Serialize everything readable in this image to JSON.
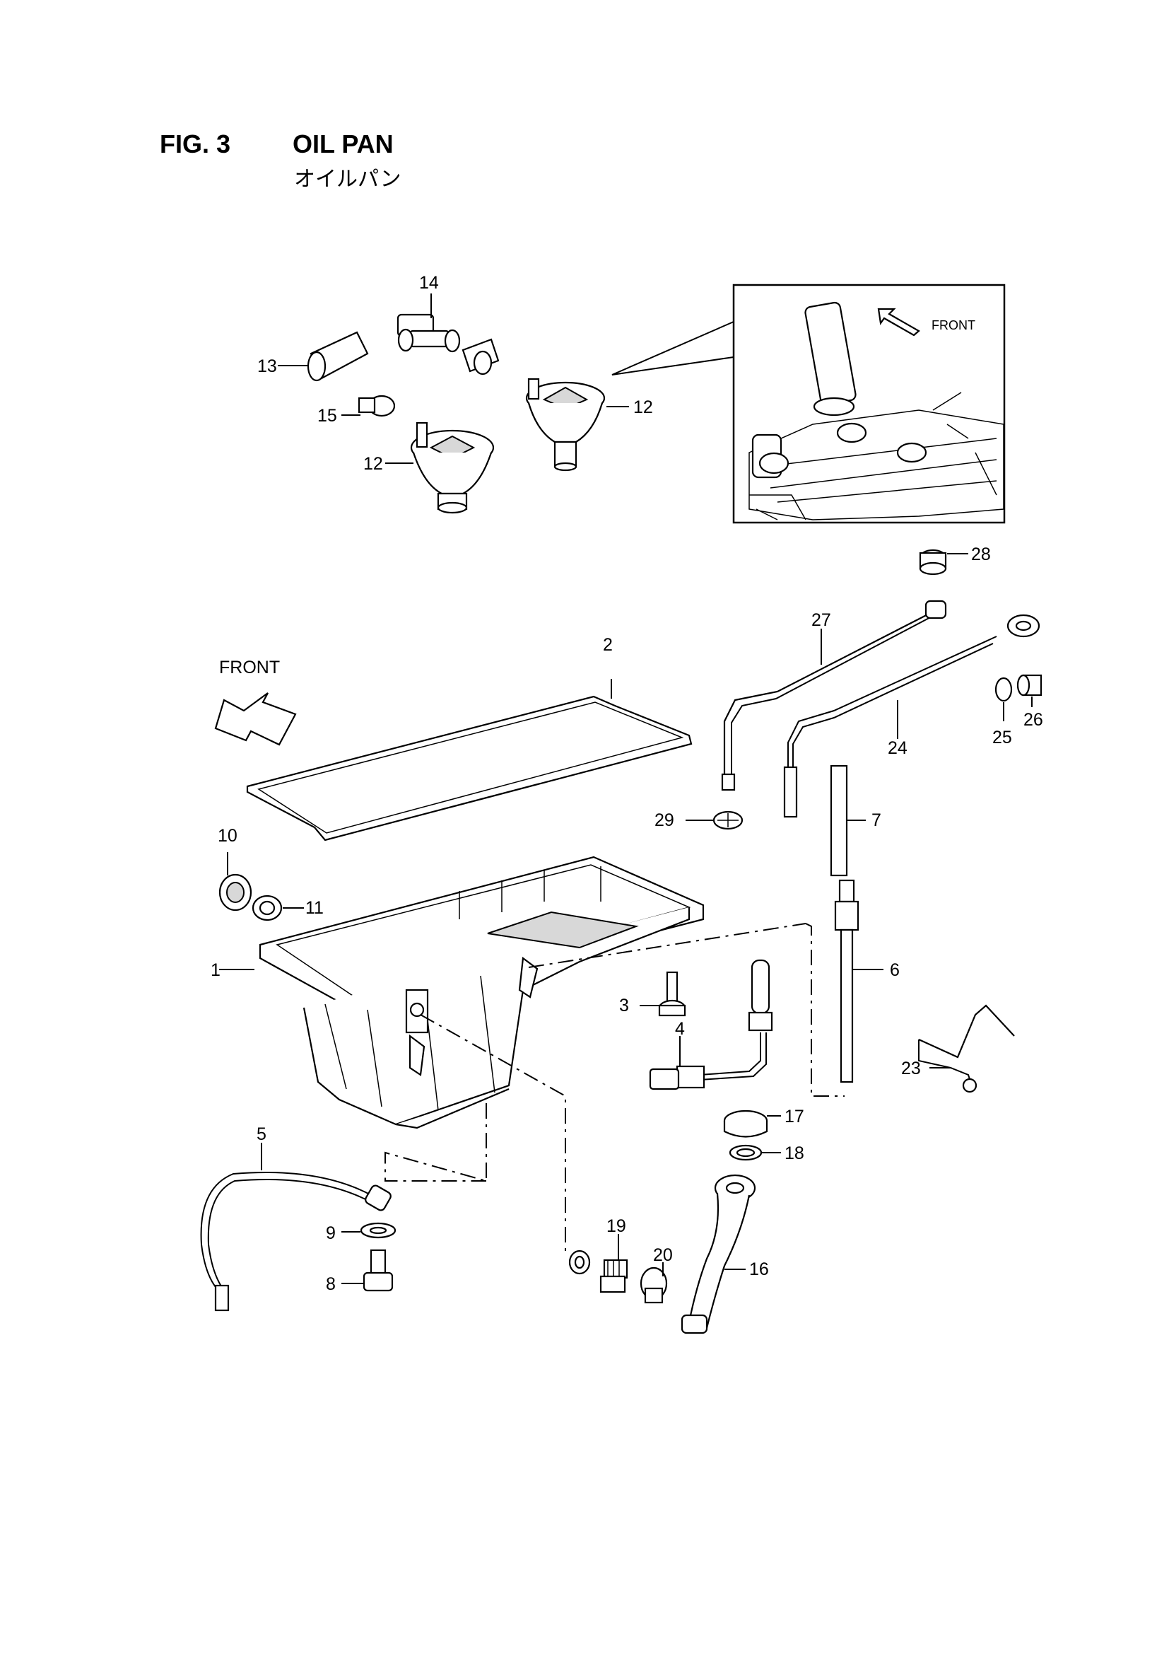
{
  "figure": {
    "number": "FIG. 3",
    "title": "OIL PAN",
    "subtitle": "オイルパン"
  },
  "inset": {
    "front_label": "FRONT"
  },
  "front_label": "FRONT",
  "callouts": [
    {
      "id": "1",
      "part": "oil-pan"
    },
    {
      "id": "2",
      "part": "oil-pan-gasket"
    },
    {
      "id": "3",
      "part": "bolt"
    },
    {
      "id": "4",
      "part": "oil-level-sensor"
    },
    {
      "id": "5",
      "part": "sensor-harness"
    },
    {
      "id": "6",
      "part": "dipstick-guide-tube"
    },
    {
      "id": "7",
      "part": "sleeve"
    },
    {
      "id": "8",
      "part": "banjo-bolt"
    },
    {
      "id": "9",
      "part": "washer"
    },
    {
      "id": "10",
      "part": "plug"
    },
    {
      "id": "11",
      "part": "seal-ring"
    },
    {
      "id": "12",
      "part": "oil-filler-funnel"
    },
    {
      "id": "13",
      "part": "hose"
    },
    {
      "id": "14",
      "part": "t-connector"
    },
    {
      "id": "15",
      "part": "hose-clamp"
    },
    {
      "id": "16",
      "part": "oil-filler-pipe"
    },
    {
      "id": "17",
      "part": "filler-cap"
    },
    {
      "id": "18",
      "part": "seal-ring"
    },
    {
      "id": "19",
      "part": "drain-plug"
    },
    {
      "id": "20",
      "part": "plug"
    },
    {
      "id": "23",
      "part": "bracket"
    },
    {
      "id": "24",
      "part": "dipstick"
    },
    {
      "id": "25",
      "part": "o-ring"
    },
    {
      "id": "26",
      "part": "sleeve"
    },
    {
      "id": "27",
      "part": "dipstick-tube"
    },
    {
      "id": "28",
      "part": "grommet"
    },
    {
      "id": "29",
      "part": "guide"
    }
  ]
}
